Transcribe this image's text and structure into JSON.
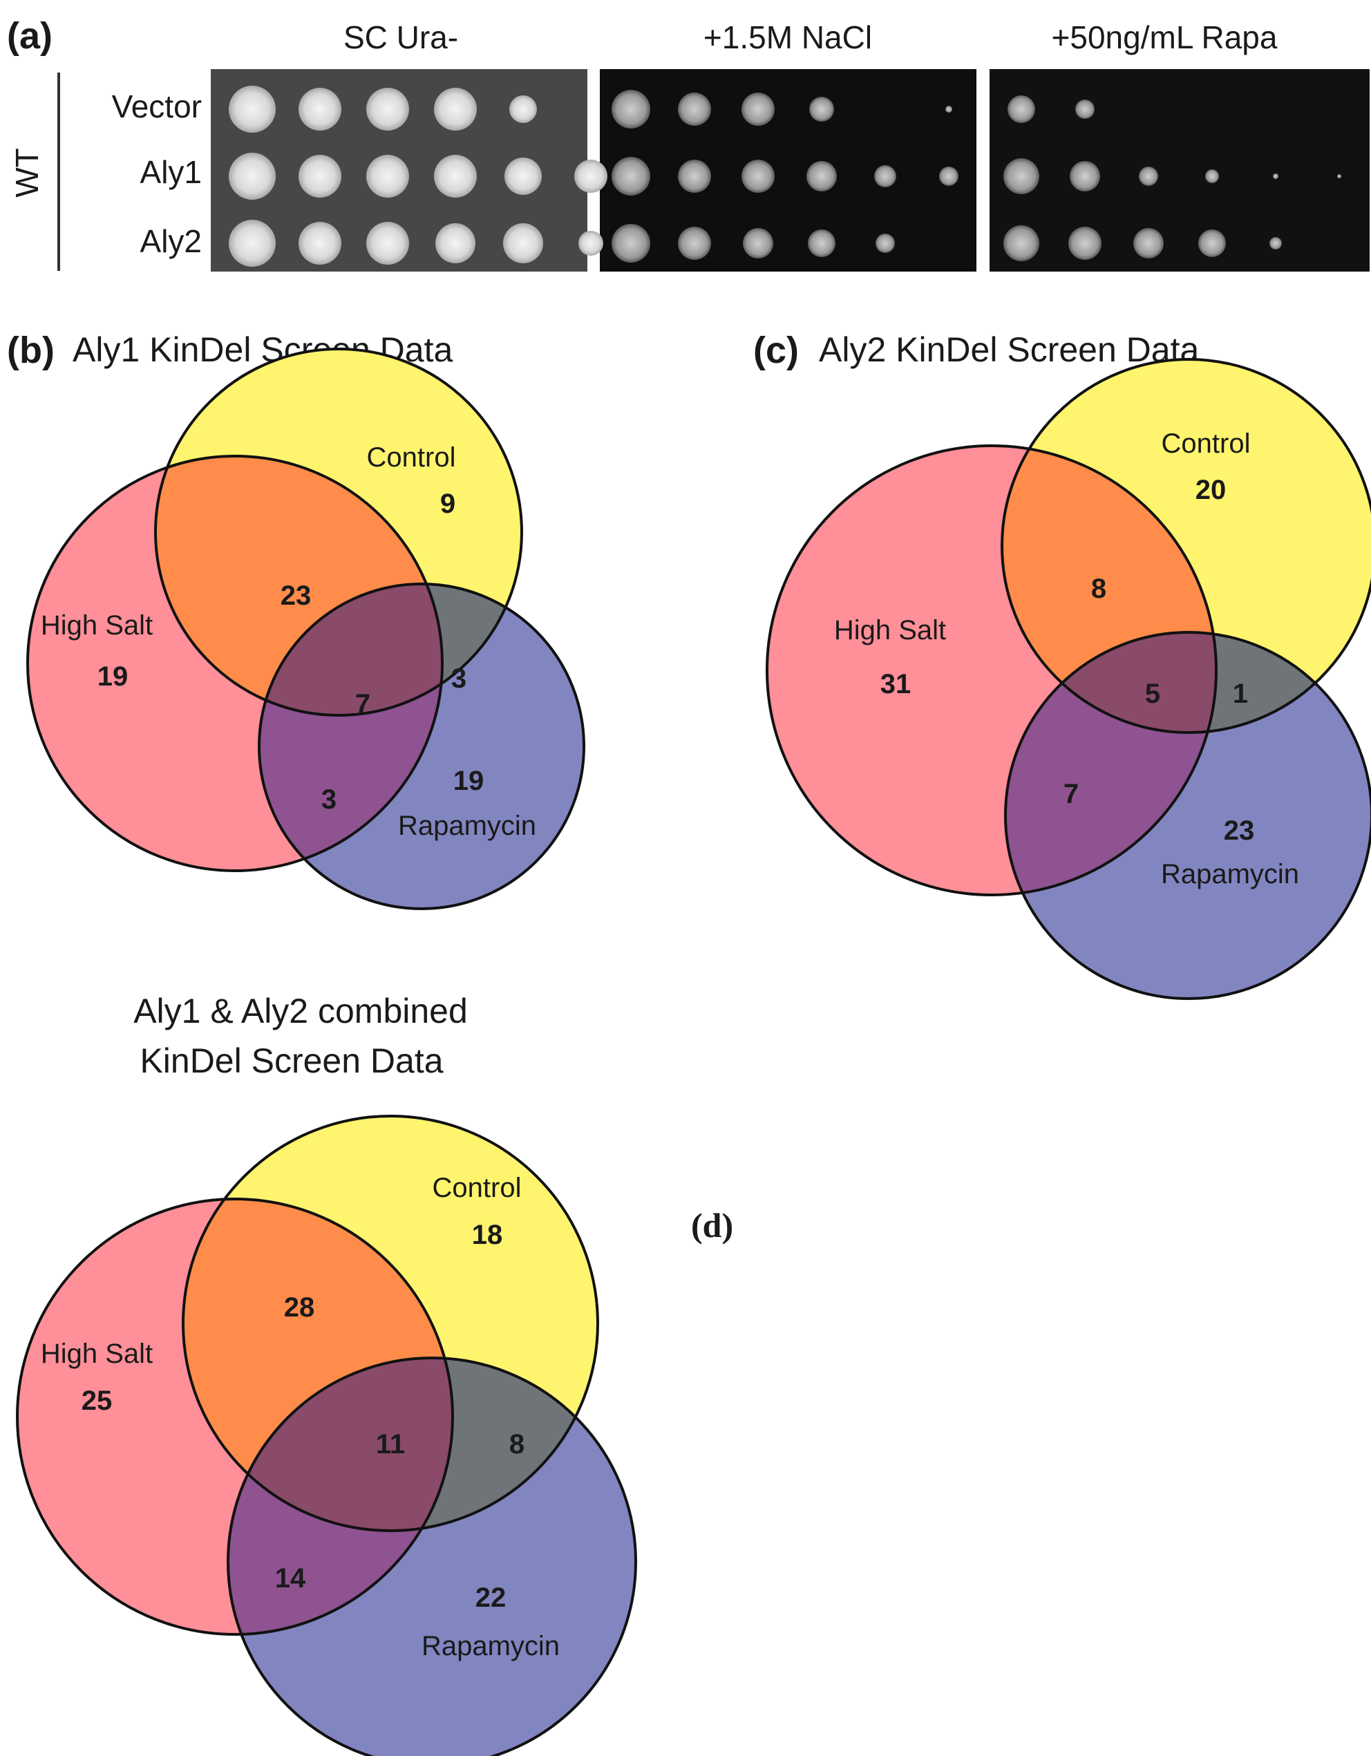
{
  "panel_a": {
    "label": "(a)",
    "strain_label": "WT",
    "conditions": [
      "SC Ura-",
      "+1.5M NaCl",
      "+50ng/mL Rapa"
    ],
    "rows": [
      "Vector",
      "Aly1",
      "Aly2"
    ]
  },
  "panel_b": {
    "label": "(b)",
    "title": "Aly1 KinDel Screen Data",
    "sets": {
      "control": {
        "name": "Control",
        "count": "9"
      },
      "high_salt": {
        "name": "High Salt",
        "count": "19"
      },
      "rapamycin": {
        "name": "Rapamycin",
        "count": "19"
      }
    },
    "overlaps": {
      "salt_control": "23",
      "all_three": "7",
      "control_rapa": "3",
      "salt_rapa": "3"
    }
  },
  "panel_c": {
    "label": "(c)",
    "title": "Aly2 KinDel Screen Data",
    "sets": {
      "control": {
        "name": "Control",
        "count": "20"
      },
      "high_salt": {
        "name": "High Salt",
        "count": "31"
      },
      "rapamycin": {
        "name": "Rapamycin",
        "count": "23"
      }
    },
    "overlaps": {
      "salt_control": "8",
      "all_three": "5",
      "control_rapa": "1",
      "salt_rapa": "7"
    }
  },
  "panel_d": {
    "label": "(d)",
    "title_line1": "Aly1 & Aly2 combined",
    "title_line2": "KinDel Screen Data",
    "sets": {
      "control": {
        "name": "Control",
        "count": "18"
      },
      "high_salt": {
        "name": "High Salt",
        "count": "25"
      },
      "rapamycin": {
        "name": "Rapamycin",
        "count": "22"
      }
    },
    "overlaps": {
      "salt_control": "28",
      "all_three": "11",
      "control_rapa": "8",
      "salt_rapa": "14"
    }
  },
  "colors": {
    "high_salt": "#ff8f98",
    "control": "#fff46e",
    "rapamycin": "#8186c0",
    "salt_control": "#ff8c4a",
    "all_three": "#8a4a6a",
    "control_rapa": "#6f7478",
    "salt_rapa": "#8e5390"
  }
}
